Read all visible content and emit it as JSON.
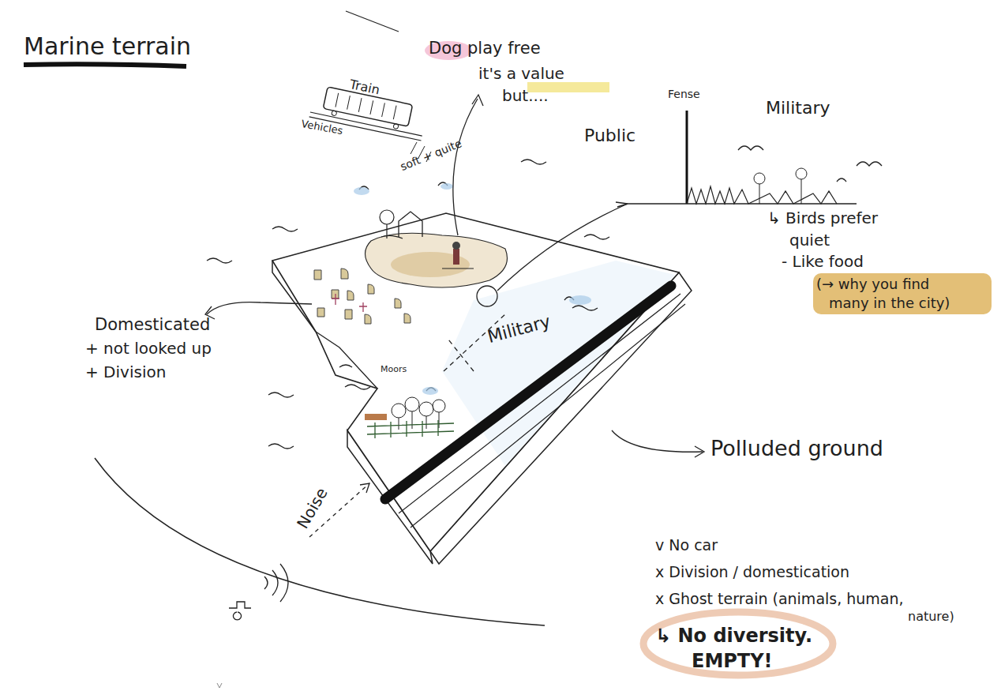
{
  "diagram": {
    "title": "Marine terrain",
    "labels": [
      "Train",
      "Vehicles",
      "Dog play free",
      "it's a value",
      "but....",
      "soft + quite",
      "Fense",
      "Military",
      "Public",
      "↳ Birds prefer",
      "quiet",
      "- Like food",
      "(→ why you find",
      "many in the city)",
      "Domesticated",
      "+ not looked up",
      "+ Division",
      "Military",
      "Moors",
      "Noise",
      "Polluded ground",
      "v No car",
      "x Division / domestication",
      "x Ghost terrain (animals, human,",
      "nature)",
      "↳ No diversity.",
      "EMPTY!"
    ]
  }
}
